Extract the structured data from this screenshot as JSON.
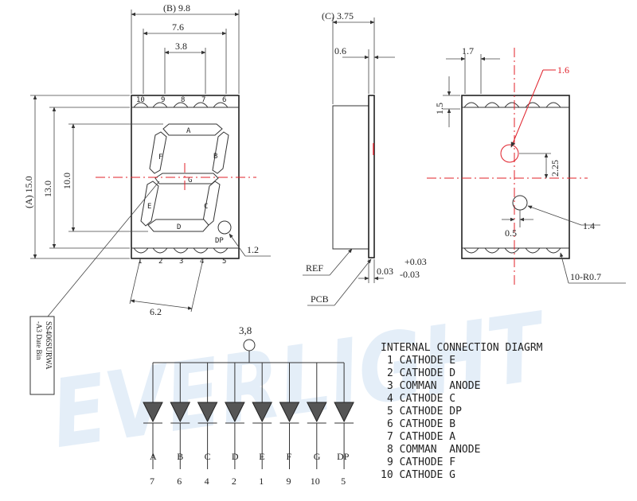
{
  "watermark": "EVERLIGHT",
  "front_view": {
    "dim_b": "(B) 9.8",
    "dim_76": "7.6",
    "dim_38": "3.8",
    "dim_a": "(A) 15.0",
    "dim_130": "13.0",
    "dim_100": "10.0",
    "dim_12": "1.2",
    "dim_62": "6.2",
    "top_pins": [
      "10",
      "9",
      "8",
      "7",
      "6"
    ],
    "bottom_pins": [
      "1",
      "2",
      "3",
      "4",
      "5"
    ],
    "segments": [
      "A",
      "B",
      "C",
      "D",
      "E",
      "F",
      "G"
    ],
    "dp": "DP"
  },
  "part_label": {
    "line1": "SS406SURWA",
    "line2": "-A3 Date Bin"
  },
  "side_view": {
    "dim_c": "(C) 3.75",
    "dim_06": "0.6",
    "ref": "REF",
    "pcb": "PCB",
    "tol": "0.03",
    "tol_plus": "+0.03",
    "tol_minus": "-0.03"
  },
  "back_view": {
    "dim_17": "1.7",
    "dim_15": "1.5",
    "dim_16": "1.6",
    "dim_225": "2.25",
    "dim_14": "1.4",
    "dim_05": "0.5",
    "dim_r": "10-R0.7"
  },
  "circuit": {
    "common": "3,8",
    "segments": [
      "A",
      "B",
      "C",
      "D",
      "E",
      "F",
      "G",
      "DP"
    ],
    "pins": [
      "7",
      "6",
      "4",
      "2",
      "1",
      "9",
      "10",
      "5"
    ]
  },
  "connections": {
    "title": "INTERNAL CONNECTION DIAGRM",
    "items": [
      "1 CATHODE E",
      "2 CATHODE D",
      "3 COMMAN  ANODE",
      "4 CATHODE C",
      "5 CATHODE DP",
      "6 CATHODE B",
      "7 CATHODE A",
      "8 COMMAN  ANODE",
      "9 CATHODE F",
      "10 CATHODE G"
    ]
  },
  "colors": {
    "centerline": "#e0202a",
    "watermark": "#9fc4e8"
  }
}
